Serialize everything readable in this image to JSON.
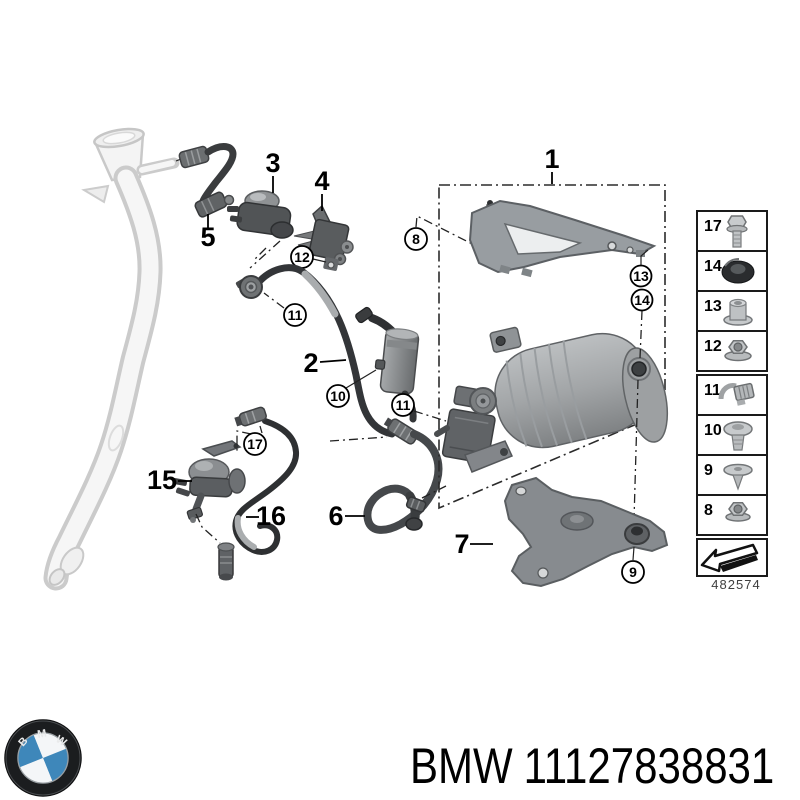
{
  "footer": {
    "brand": "BMW",
    "part_number": "11127838831",
    "logo": {
      "letters": [
        "B",
        "M",
        "W"
      ]
    }
  },
  "legend": {
    "code": "482574",
    "items": [
      {
        "label": "17",
        "icon": "hex-bolt-icon"
      },
      {
        "label": "14",
        "icon": "rubber-grommet-icon"
      },
      {
        "label": "13",
        "icon": "bushing-sleeve-icon"
      },
      {
        "label": "12",
        "icon": "flange-nut-icon"
      },
      {
        "label": "11",
        "icon": "retaining-clip-icon"
      },
      {
        "label": "10",
        "icon": "push-rivet-icon"
      },
      {
        "label": "9",
        "icon": "expansion-rivet-icon"
      },
      {
        "label": "8",
        "icon": "flange-nut-icon"
      }
    ],
    "direction_icon": "block-arrow-left"
  },
  "callouts": {
    "plain": [
      {
        "label": "1"
      },
      {
        "label": "2"
      },
      {
        "label": "3"
      },
      {
        "label": "4"
      },
      {
        "label": "5"
      },
      {
        "label": "6"
      },
      {
        "label": "7"
      },
      {
        "label": "15"
      },
      {
        "label": "16"
      }
    ],
    "circled": [
      {
        "label": "8"
      },
      {
        "label": "9"
      },
      {
        "label": "10"
      },
      {
        "label": "11"
      },
      {
        "label": "11"
      },
      {
        "label": "12"
      },
      {
        "label": "13"
      },
      {
        "label": "14"
      },
      {
        "label": "17"
      }
    ]
  },
  "colors": {
    "bmw_blue": "#3e87ba",
    "ink": "#000000",
    "part_gray": "#8b8e91",
    "ghost_gray": "#cbcbcb"
  }
}
